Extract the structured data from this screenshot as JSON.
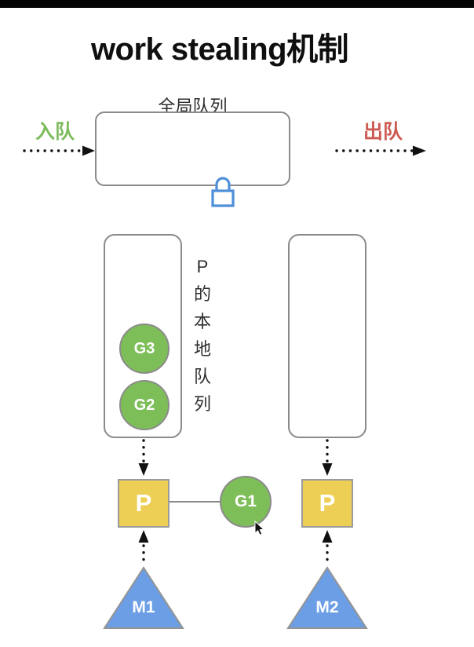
{
  "title": "work stealing机制",
  "global_queue": {
    "label": "全局队列",
    "enqueue_label": "入队",
    "dequeue_label": "出队",
    "lock_icon": "lock-icon"
  },
  "local_queue": {
    "caption": "P的本地队列",
    "left_goroutines": [
      "G3",
      "G2"
    ]
  },
  "processors": [
    {
      "label": "P"
    },
    {
      "label": "P"
    }
  ],
  "running_goroutine": "G1",
  "machines": [
    {
      "label": "M1"
    },
    {
      "label": "M2"
    }
  ],
  "colors": {
    "goroutine_green": "#7ebe59",
    "processor_yellow": "#edcf55",
    "machine_blue": "#6b9ee5",
    "enqueue_green": "#7cbb5c",
    "dequeue_red": "#cb5a52",
    "lock_blue": "#4e8fd9",
    "shape_border_gray": "#8a8a8a",
    "letterbox_black": "#050505"
  }
}
